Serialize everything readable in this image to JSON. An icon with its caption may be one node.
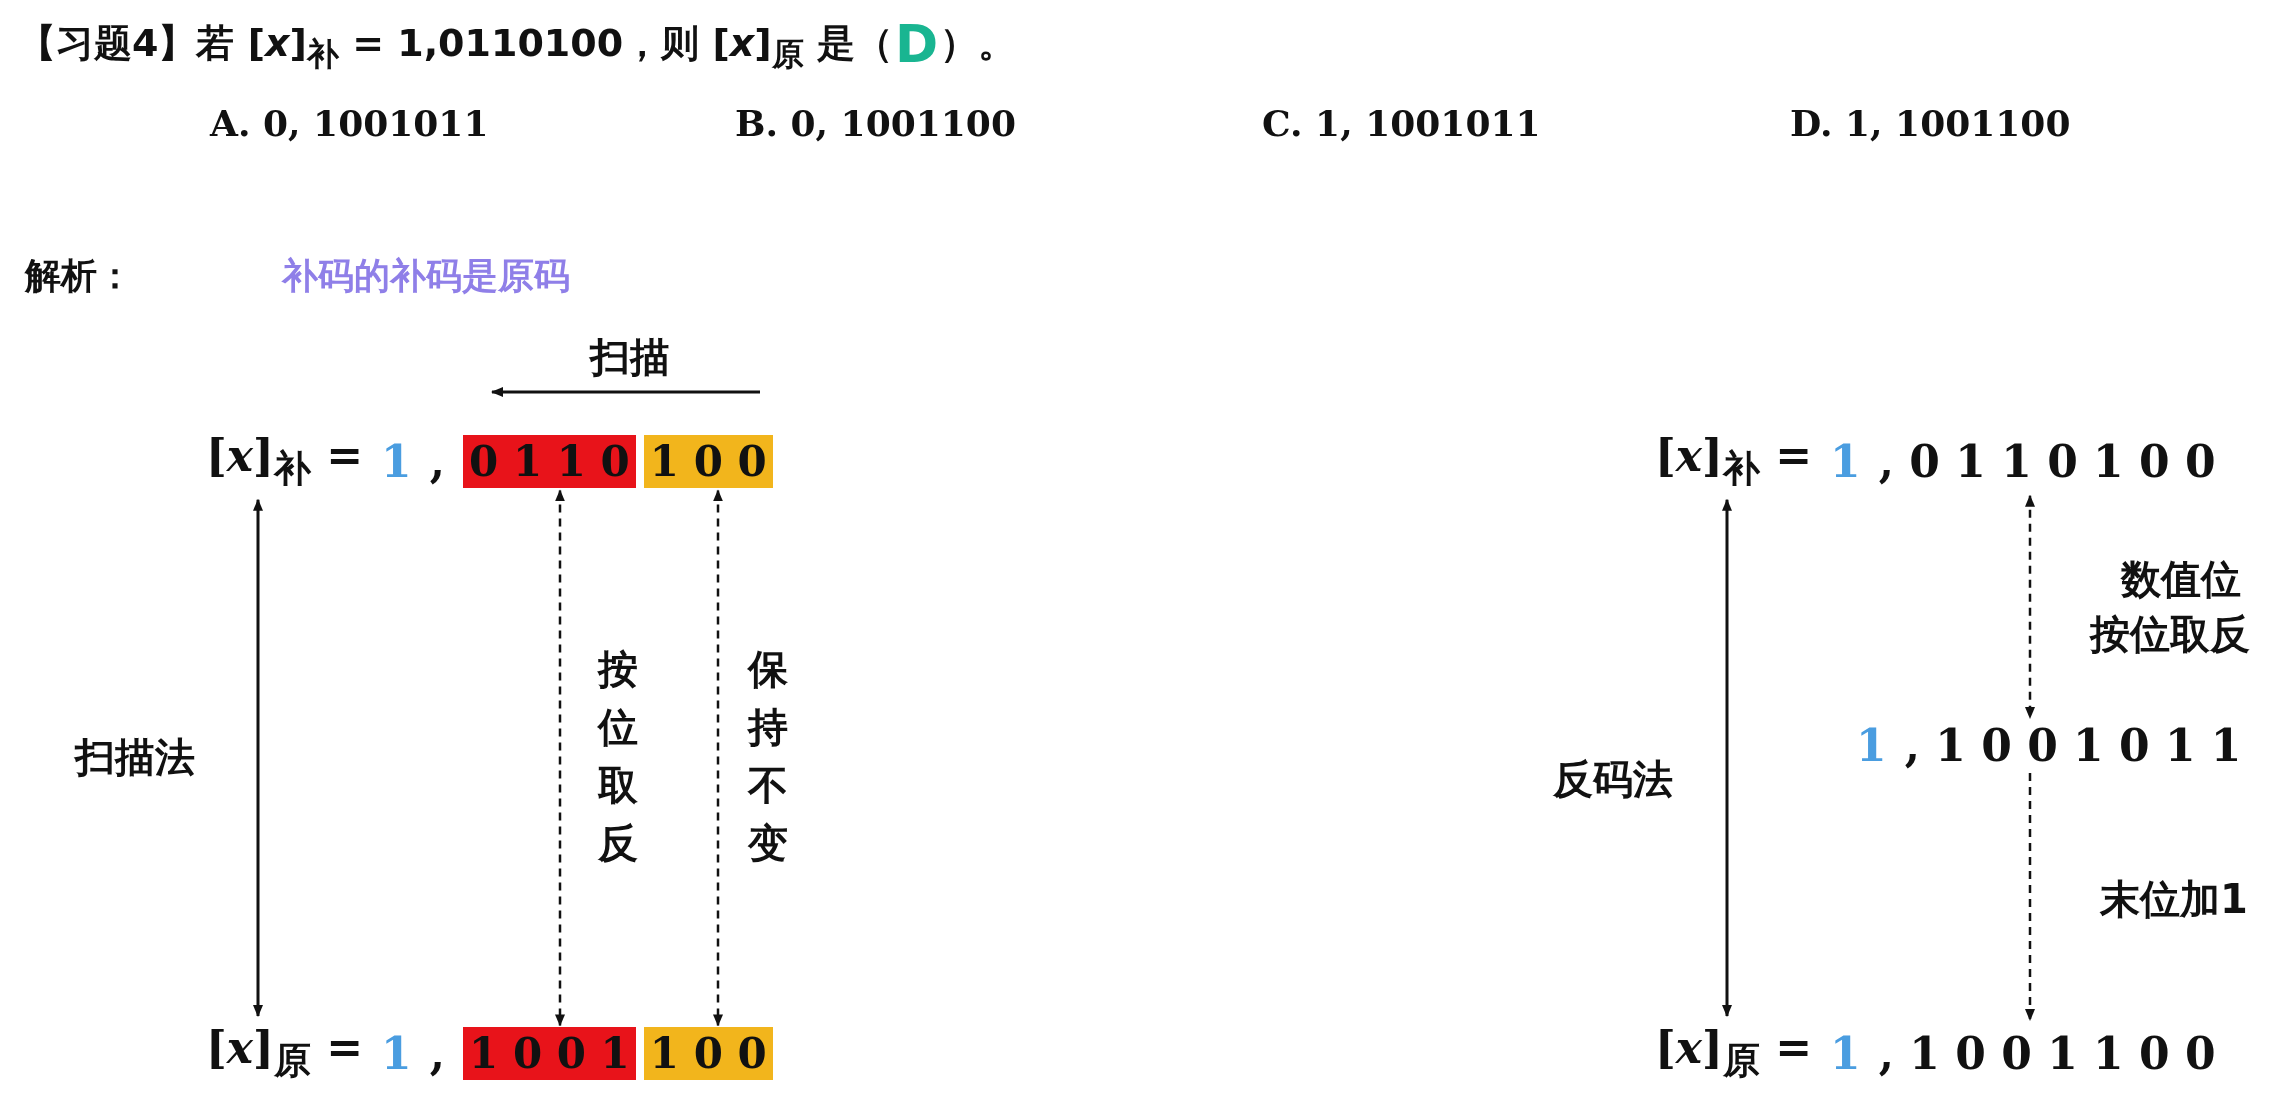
{
  "diagram": {
    "title": "【习题4】若 [*x*]$_{补}$ = 1,0110100，则 [*x*]$_{原}$ 是（",
    "nodes": [
      {
        "text": [
          "[*x*]$_{补}$ =",
          "1",
          ","
        ]
      },
      {
        "text": [
          "0 1 1 0"
        ],
        "in": 0
      },
      {
        "text": [
          "1 0 0"
        ],
        "in": 0
      },
      {
        "text": [
          "[*x*]$_{原}$ =",
          "1",
          ","
        ]
      },
      {
        "text": [
          "1 0 0 1"
        ],
        "in": 3
      },
      {
        "text": [
          "1 0 0"
        ],
        "in": 3
      },
      {
        "text": [
          "[*x*]$_{补}$ =",
          "1",
          ", 0 1 1 0 1 0 0"
        ]
      },
      {
        "text": [
          "1",
          ", 1 0 0 1 0 1 1"
        ]
      },
      {
        "text": [
          "[*x*]$_{原}$ =",
          "1",
          ", 1 0 0 1 1 0 0"
        ]
      }
    ],
    "edges": [
      {
        "from": 0,
        "to": 3,
        "arrow": "both",
        "label": "扫描法"
      },
      {
        "from": 1,
        "to": 4,
        "arrow": "both",
        "style": "dashed",
        "label": "按位取反"
      },
      {
        "from": 2,
        "to": 5,
        "arrow": "both",
        "style": "dashed",
        "label": "保持不变"
      },
      {
        "from": 6,
        "to": 8,
        "arrow": "both",
        "label": "反码法"
      },
      {
        "from": 6,
        "to": 7,
        "arrow": "both",
        "style": "dashed",
        "label": "数值位按位取反"
      },
      {
        "from": 7,
        "to": 8,
        "arrow": "to",
        "style": "dashed",
        "label": "末位加1"
      }
    ],
    "labels": [
      "D",
      "）。",
      "A. 0, 1001011",
      "B. 0, 1001100",
      "C. 1, 1001011",
      "D. 1, 1001100",
      "解析：",
      "补码的补码是原码",
      "扫描"
    ]
  }
}
